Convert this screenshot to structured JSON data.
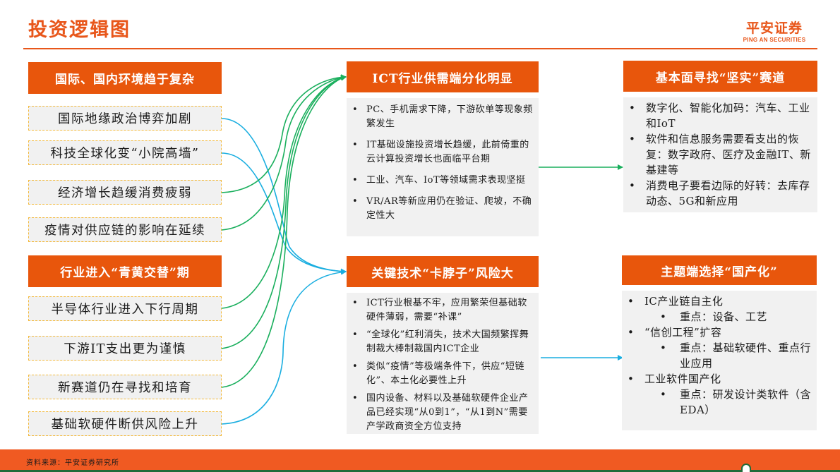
{
  "header": {
    "title": "投资逻辑图",
    "logo_cn": "平安证券",
    "logo_en": "PING AN SECURITIES"
  },
  "colors": {
    "accent": "#e8560c",
    "title": "#e8561a",
    "green_link": "#1aaf5d",
    "blue_link": "#1aaee0",
    "dashed_border": "#f3b93a",
    "panel_bg": "#f1f1f1",
    "footer_bg": "#f05a22",
    "footer_stripe": "#1f6b3a"
  },
  "left": {
    "group1": {
      "header": "国际、国内环境趋于复杂",
      "items": [
        "国际地缘政治博弈加剧",
        "科技全球化变“小院高墙”",
        "经济增长趋缓消费疲弱",
        "疫情对供应链的影响在延续"
      ]
    },
    "group2": {
      "header": "行业进入“青黄交替”期",
      "items": [
        "半导体行业进入下行周期",
        "下游IT支出更为谨慎",
        "新赛道仍在寻找和培育",
        "基础软硬件断供风险上升"
      ]
    }
  },
  "middle": {
    "top": {
      "header": "ICT行业供需端分化明显",
      "bullets": [
        "PC、手机需求下降，下游砍单等现象频繁发生",
        "IT基础设施投资增长趋缓，此前倚重的云计算投资增长也面临平台期",
        "工业、汽车、IoT等领域需求表现坚挺",
        "VR/AR等新应用仍在验证、爬坡，不确定性大"
      ]
    },
    "bottom": {
      "header": "关键技术“卡脖子”风险大",
      "bullets": [
        "ICT行业根基不牢，应用繁荣但基础软硬件薄弱，需要“补课”",
        "“全球化”红利消失，技术大国频繁挥舞制裁大棒制裁国内ICT企业",
        "类似“疫情”等极端条件下，供应“短链化”、本土化必要性上升",
        "国内设备、材料以及基础软硬件企业产品已经实现“从0到1”，“从1到N”需要产学政商资全方位支持"
      ]
    }
  },
  "right": {
    "top": {
      "header": "基本面寻找“坚实”赛道",
      "bullets": [
        "数字化、智能化加码：汽车、工业和IoT",
        "软件和信息服务需要看支出的恢复：数字政府、医疗及金融IT、新基建等",
        "消费电子要看边际的好转：去库存动态、5G和新应用"
      ]
    },
    "bottom": {
      "header": "主题端选择“国产化”",
      "bullets": [
        {
          "text": "IC产业链自主化",
          "level": 1
        },
        {
          "text": "重点：设备、工艺",
          "level": 2
        },
        {
          "text": "“信创工程”扩容",
          "level": 1
        },
        {
          "text": "重点：基础软硬件、重点行业应用",
          "level": 2
        },
        {
          "text": "工业软件国产化",
          "level": 1
        },
        {
          "text": "重点：研发设计类软件（含EDA）",
          "level": 2
        }
      ]
    }
  },
  "links": [
    {
      "from": "国际地缘政治博弈加剧",
      "to": "关键技术“卡脖子”风险大",
      "color": "blue"
    },
    {
      "from": "科技全球化变“小院高墙”",
      "to": "关键技术“卡脖子”风险大",
      "color": "blue"
    },
    {
      "from": "经济增长趋缓消费疲弱",
      "to": "ICT行业供需端分化明显",
      "color": "green"
    },
    {
      "from": "疫情对供应链的影响在延续",
      "to": "ICT行业供需端分化明显",
      "color": "green"
    },
    {
      "from": "半导体行业进入下行周期",
      "to": "ICT行业供需端分化明显",
      "color": "green"
    },
    {
      "from": "下游IT支出更为谨慎",
      "to": "ICT行业供需端分化明显",
      "color": "green"
    },
    {
      "from": "新赛道仍在寻找和培育",
      "to": "ICT行业供需端分化明显",
      "color": "green"
    },
    {
      "from": "基础软硬件断供风险上升",
      "to": "关键技术“卡脖子”风险大",
      "color": "blue"
    },
    {
      "from": "ICT行业供需端分化明显",
      "to": "基本面寻找“坚实”赛道",
      "color": "green"
    },
    {
      "from": "关键技术“卡脖子”风险大",
      "to": "主题端选择“国产化”",
      "color": "blue"
    }
  ],
  "footer": {
    "source": "资料来源：平安证券研究所"
  }
}
